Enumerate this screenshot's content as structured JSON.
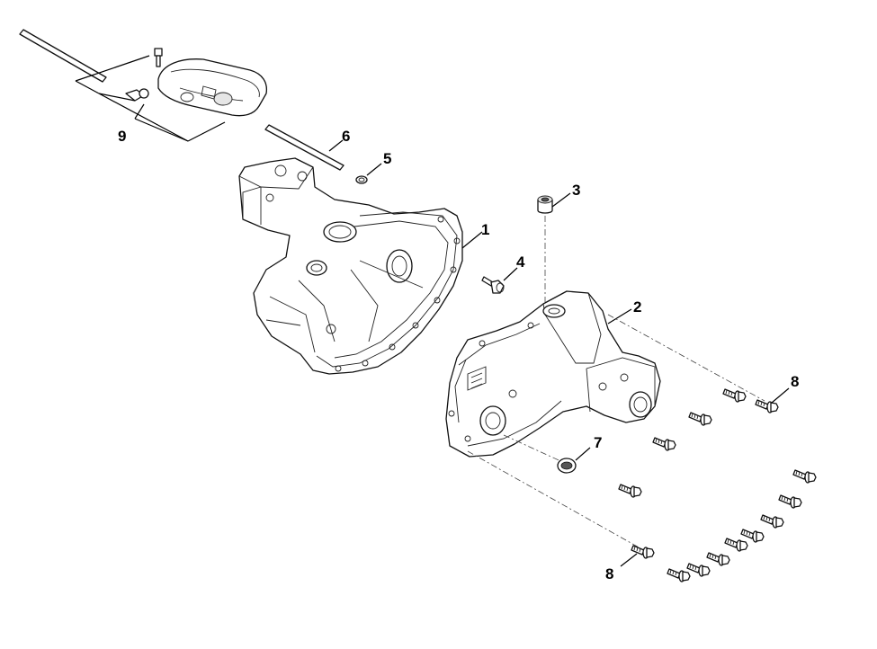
{
  "diagram": {
    "callouts": [
      {
        "id": "c1",
        "label": "1"
      },
      {
        "id": "c2",
        "label": "2"
      },
      {
        "id": "c3",
        "label": "3"
      },
      {
        "id": "c4",
        "label": "4"
      },
      {
        "id": "c5",
        "label": "5"
      },
      {
        "id": "c6",
        "label": "6"
      },
      {
        "id": "c7",
        "label": "7"
      },
      {
        "id": "c8a",
        "label": "8"
      },
      {
        "id": "c8b",
        "label": "8"
      },
      {
        "id": "c9",
        "label": "9"
      }
    ]
  }
}
